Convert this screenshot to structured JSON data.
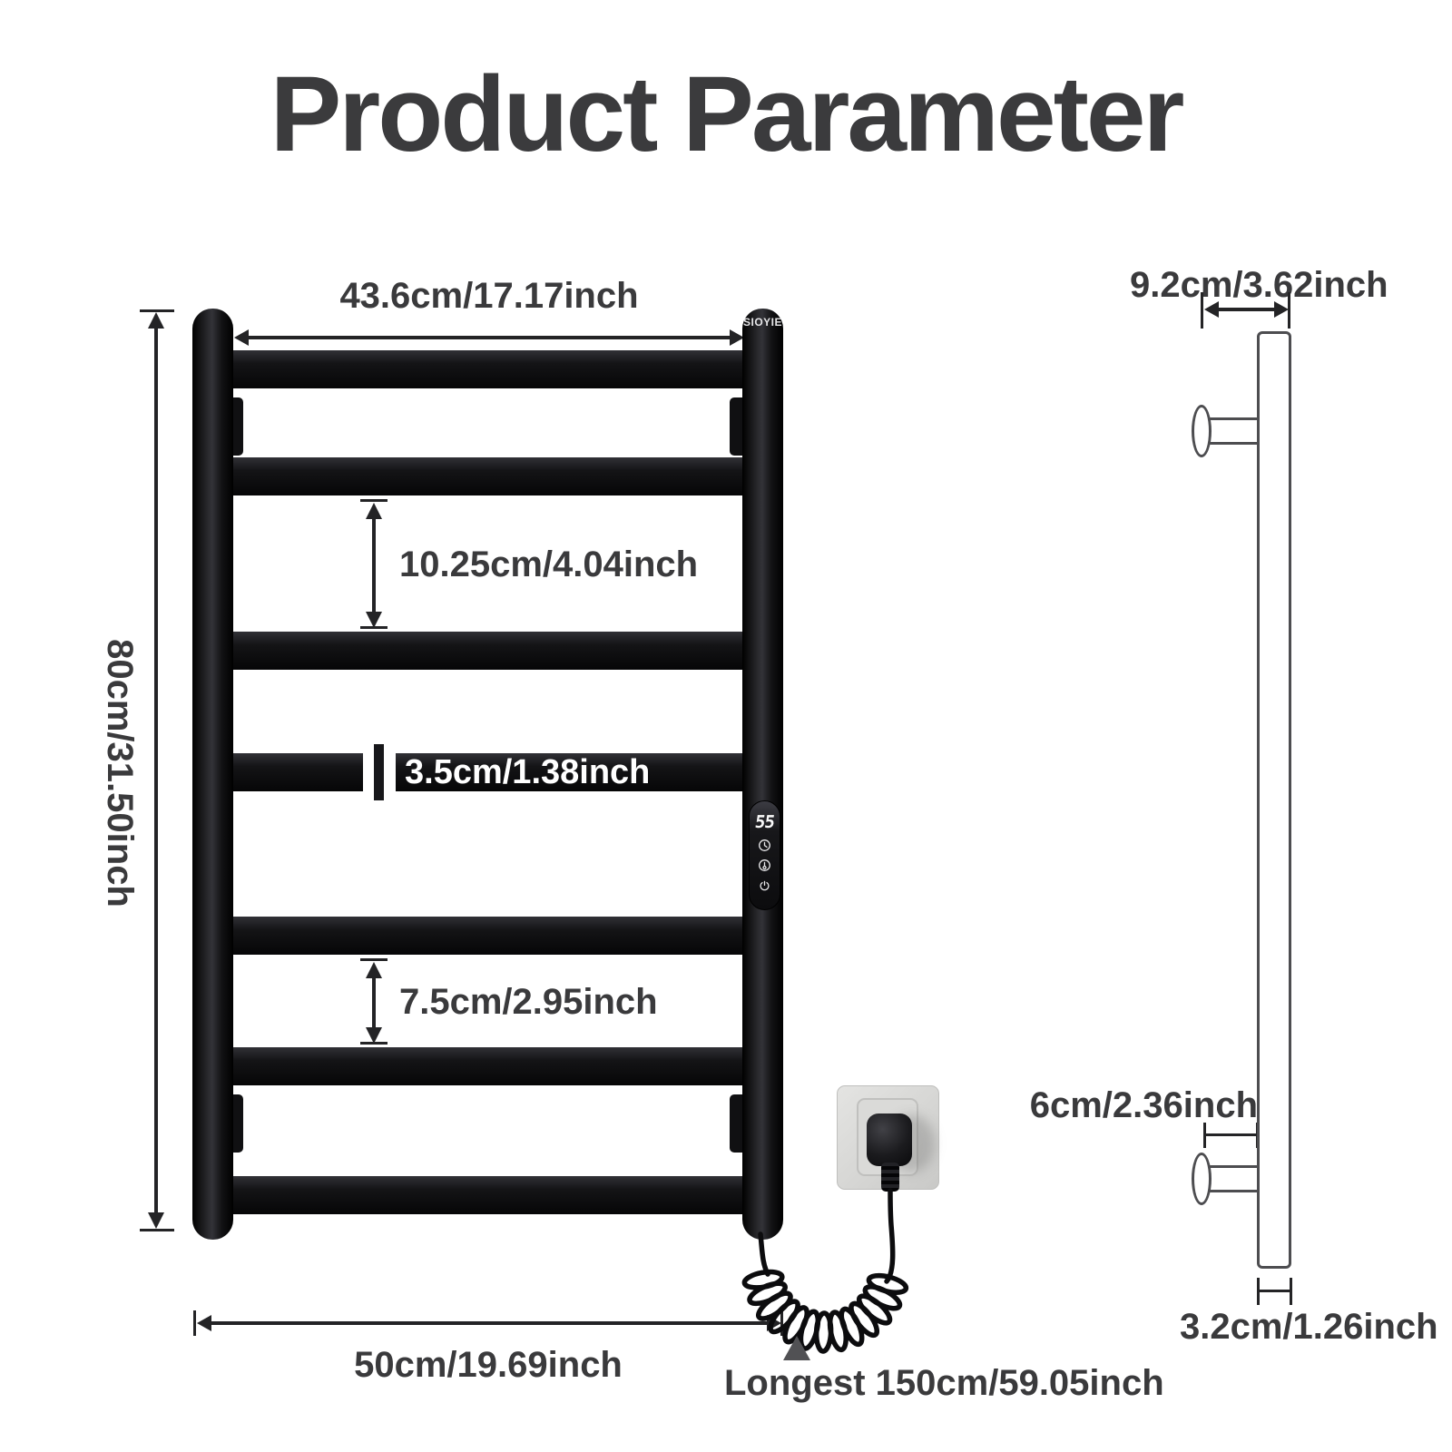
{
  "title": "Product Parameter",
  "brand": "SIOYIE",
  "front_view": {
    "dims": {
      "top_width": "43.6cm/17.17inch",
      "height": "80cm/31.50inch",
      "rung_gap_large": "10.25cm/4.04inch",
      "rung_thickness": "3.5cm/1.38inch",
      "rung_gap_small": "7.5cm/2.95inch",
      "bottom_width": "50cm/19.69inch",
      "cord_length": "Longest 150cm/59.05inch"
    },
    "control_panel": {
      "temperature_display": "55",
      "icons": [
        "timer-icon",
        "heat-icon",
        "power-icon"
      ]
    }
  },
  "side_view": {
    "dims": {
      "depth": "9.2cm/3.62inch",
      "bracket_offset": "6cm/2.36inch",
      "profile_depth": "3.2cm/1.26inch"
    }
  },
  "colors": {
    "title_text": "#3b3b3d",
    "dim_text": "#3a3a3c",
    "dim_line": "#242426",
    "rack_black": "#121214",
    "bar_label_text": "#ffffff",
    "side_outline": "#4d4d50",
    "outlet_plate": "#d9d9d7",
    "pointer_triangle": "#515154"
  }
}
